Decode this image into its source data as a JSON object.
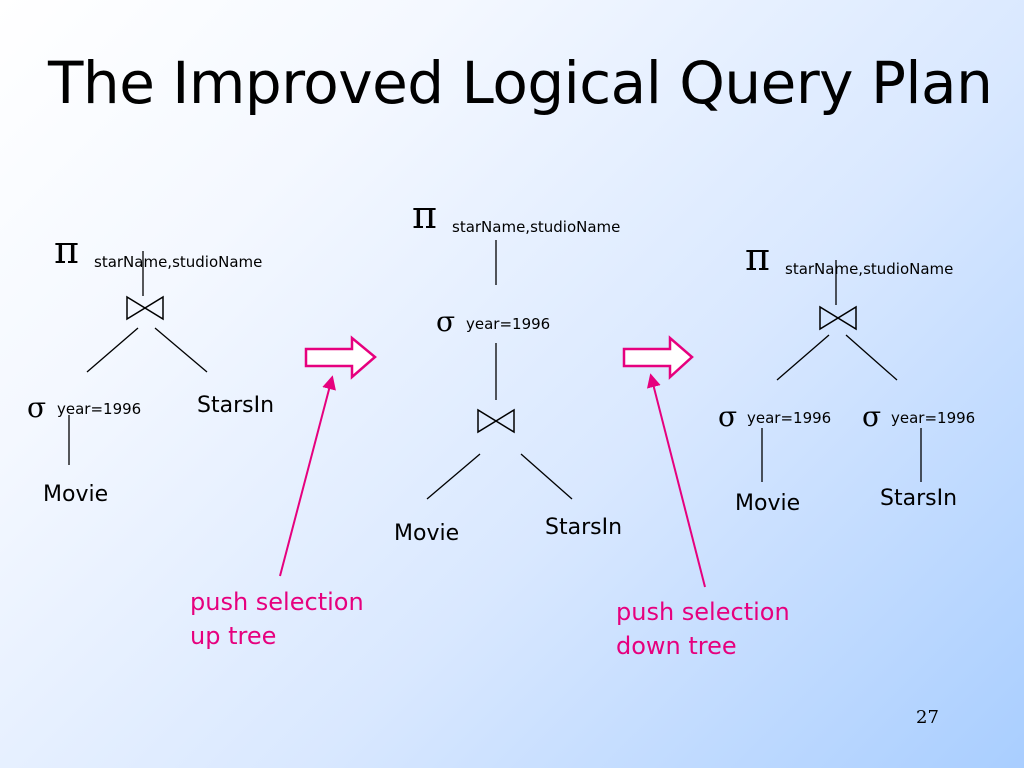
{
  "slide": {
    "title": "The Improved Logical Query Plan",
    "page_number": "27"
  },
  "tree_left": {
    "pi": "π",
    "pi_sub": "starName,studioName",
    "sigma": "σ",
    "sigma_sub": "year=1996",
    "leaf_left": "Movie",
    "leaf_right": "StarsIn"
  },
  "tree_middle": {
    "pi": "π",
    "pi_sub": "starName,studioName",
    "sigma": "σ",
    "sigma_sub": "year=1996",
    "leaf_left": "Movie",
    "leaf_right": "StarsIn"
  },
  "tree_right": {
    "pi": "π",
    "pi_sub": "starName,studioName",
    "sigma_left": "σ",
    "sigma_left_sub": "year=1996",
    "sigma_right": "σ",
    "sigma_right_sub": "year=1996",
    "leaf_left": "Movie",
    "leaf_right": "StarsIn"
  },
  "annotations": {
    "left_note_line1": "push selection",
    "left_note_line2": "up tree",
    "right_note_line1": "push selection",
    "right_note_line2": "down tree"
  },
  "colors": {
    "accent": "#e6007e",
    "line": "#000000"
  }
}
